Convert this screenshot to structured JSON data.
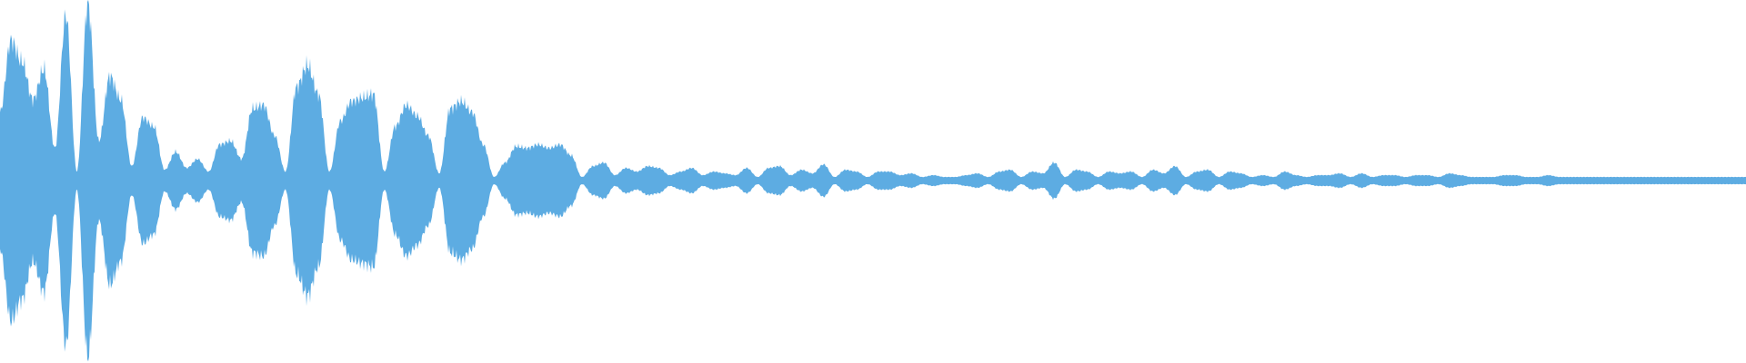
{
  "waveform": {
    "color": "#5DACE2",
    "background": "#FFFFFF",
    "envelope_peaks": [
      0.38,
      0.78,
      0.66,
      0.45,
      0.62,
      0.18,
      0.92,
      0.05,
      0.98,
      0.22,
      0.58,
      0.45,
      0.08,
      0.35,
      0.3,
      0.06,
      0.16,
      0.07,
      0.12,
      0.05,
      0.2,
      0.22,
      0.12,
      0.4,
      0.42,
      0.25,
      0.05,
      0.52,
      0.64,
      0.48,
      0.05,
      0.33,
      0.44,
      0.46,
      0.48,
      0.05,
      0.3,
      0.42,
      0.36,
      0.25,
      0.04,
      0.4,
      0.44,
      0.38,
      0.2,
      0.02,
      0.1,
      0.19,
      0.18,
      0.2,
      0.18,
      0.2,
      0.14,
      0.02,
      0.08,
      0.1,
      0.03,
      0.07,
      0.05,
      0.08,
      0.07,
      0.03,
      0.05,
      0.07,
      0.03,
      0.05,
      0.04,
      0.03,
      0.07,
      0.02,
      0.07,
      0.08,
      0.03,
      0.06,
      0.04,
      0.09,
      0.02,
      0.06,
      0.05,
      0.02,
      0.05,
      0.05,
      0.03,
      0.04,
      0.02,
      0.03,
      0.02,
      0.02,
      0.03,
      0.04,
      0.02,
      0.05,
      0.06,
      0.02,
      0.05,
      0.04,
      0.1,
      0.02,
      0.06,
      0.05,
      0.02,
      0.05,
      0.04,
      0.05,
      0.02,
      0.06,
      0.04,
      0.08,
      0.02,
      0.05,
      0.06,
      0.02,
      0.05,
      0.04,
      0.02,
      0.03,
      0.02,
      0.05,
      0.03,
      0.02,
      0.03,
      0.03,
      0.04,
      0.02,
      0.04,
      0.02,
      0.03,
      0.03,
      0.02,
      0.03,
      0.03,
      0.02,
      0.04,
      0.03,
      0.02,
      0.02,
      0.02,
      0.03,
      0.03,
      0.02,
      0.02,
      0.03,
      0.02,
      0.02,
      0.02,
      0.02,
      0.02,
      0.02,
      0.02,
      0.02,
      0.02,
      0.02,
      0.02,
      0.02,
      0.02,
      0.02,
      0.02,
      0.02,
      0.02,
      0.02
    ]
  }
}
